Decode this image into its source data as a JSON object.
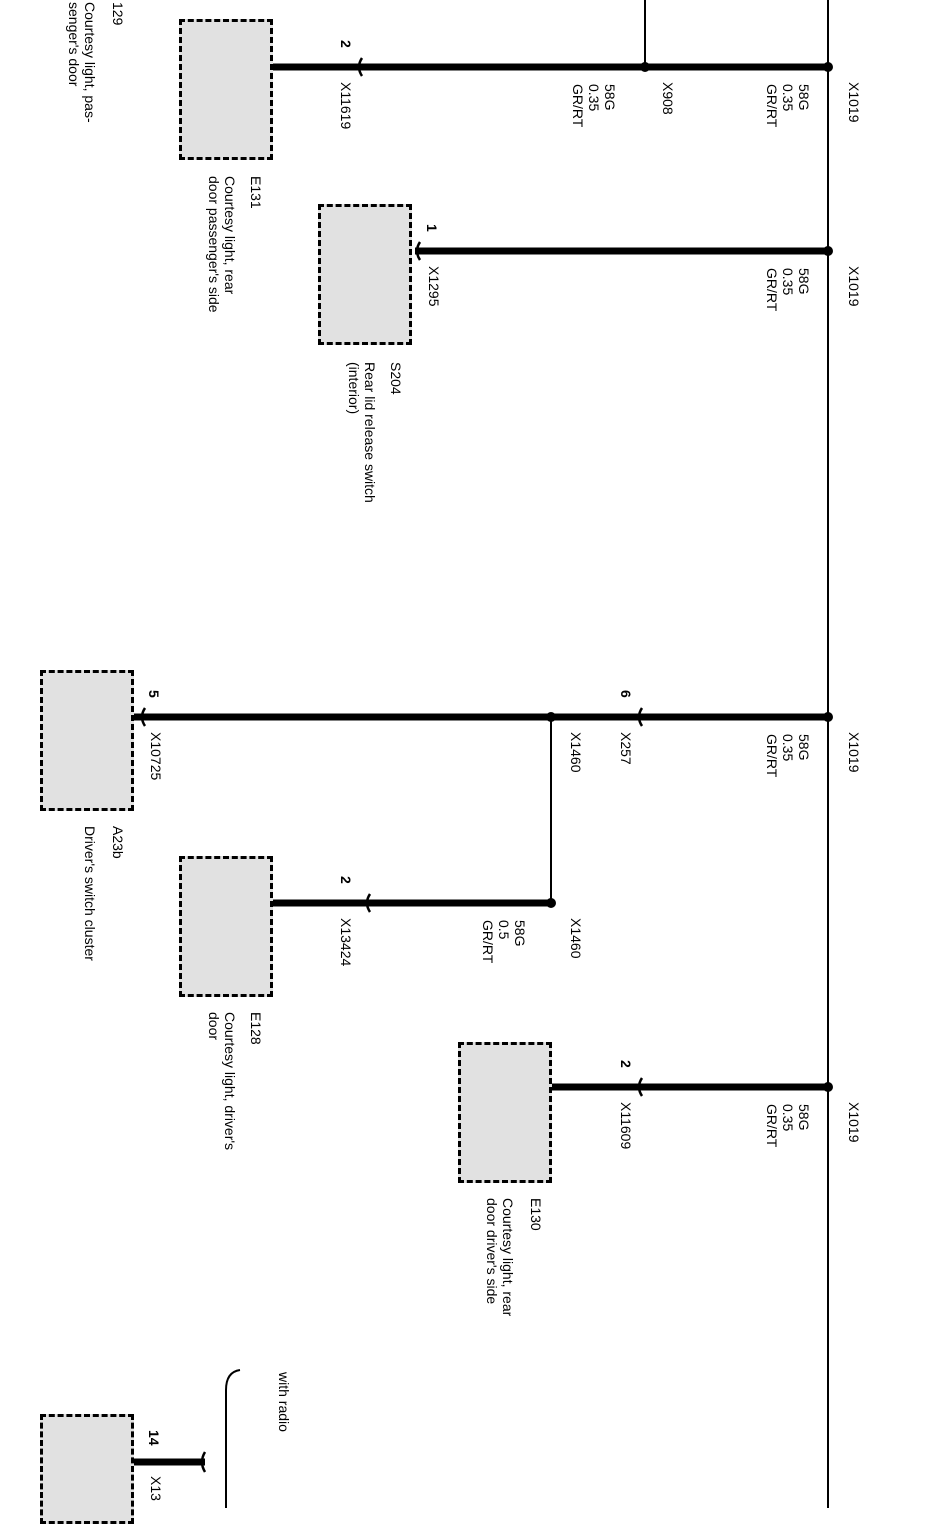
{
  "bus_connector": "X1019",
  "wires": {
    "w1": [
      "58G",
      "0.35",
      "GR/RT"
    ],
    "w1b": [
      "58G",
      "0.35",
      "GR/RT"
    ],
    "w2": [
      "58G",
      "0.35",
      "GR/RT"
    ],
    "w3": [
      "58G",
      "0.35",
      "GR/RT"
    ],
    "w4": [
      "58G",
      "0.5",
      "GR/RT"
    ],
    "w5": [
      "58G",
      "0.35",
      "GR/RT"
    ]
  },
  "connectors": {
    "x908": "X908",
    "x11619": "X11619",
    "x1295": "X1295",
    "x257": "X257",
    "x1460a": "X1460",
    "x1460b": "X1460",
    "x10725": "X10725",
    "x13424": "X13424",
    "x11609": "X11609",
    "x13_partial": "X13"
  },
  "pins": {
    "x11619": "2",
    "x1295": "1",
    "x257": "6",
    "x10725": "5",
    "x13424": "2",
    "x11609": "2",
    "x13": "14"
  },
  "components": {
    "e129": {
      "id": "129",
      "desc": [
        "Courtesy light, pas-",
        "senger's door"
      ]
    },
    "e131": {
      "id": "E131",
      "desc": [
        "Courtesy light, rear",
        "door passenger's side"
      ]
    },
    "s204": {
      "id": "S204",
      "desc": [
        "Rear lid release switch",
        "(interior)"
      ]
    },
    "a23b": {
      "id": "A23b",
      "desc": [
        "Driver's switch cluster"
      ]
    },
    "e128": {
      "id": "E128",
      "desc": [
        "Courtesy light, driver's",
        "door"
      ]
    },
    "e130": {
      "id": "E130",
      "desc": [
        "Courtesy light, rear",
        "door driver's side"
      ]
    }
  },
  "option_label": "with radio"
}
